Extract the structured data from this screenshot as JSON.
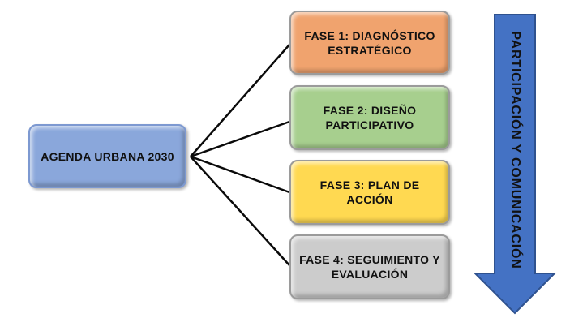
{
  "root": {
    "label": "AGENDA URBANA 2030",
    "fill": "#8AA7DB",
    "border": "#7D99D1"
  },
  "phases": [
    {
      "label": "FASE 1: DIAGNÓSTICO ESTRATÉGICO",
      "lines": [
        "FASE 1: DIAGNÓSTICO",
        "ESTRATÉGICO"
      ],
      "fill": "#F0A36E",
      "border": "#9B9B9B"
    },
    {
      "label": "FASE 2: DISEÑO PARTICIPATIVO",
      "lines": [
        "FASE 2: DISEÑO",
        "PARTICIPATIVO"
      ],
      "fill": "#A7CF8E",
      "border": "#9B9B9B"
    },
    {
      "label": "FASE 3: PLAN DE ACCIÓN",
      "lines": [
        "FASE 3: PLAN DE",
        "ACCIÓN"
      ],
      "fill": "#FFD951",
      "border": "#9B9B9B"
    },
    {
      "label": "FASE 4: SEGUIMIENTO Y EVALUACIÓN",
      "lines": [
        "FASE 4: SEGUIMIENTO Y",
        "EVALUACIÓN"
      ],
      "fill": "#CCCCCC",
      "border": "#9B9B9B"
    }
  ],
  "arrow": {
    "label": "PARTICIPACIÓN Y COMUNICACIÓN",
    "fill": "#4472C4",
    "border": "#2F528F"
  },
  "connector_color": "#0a0a0a"
}
